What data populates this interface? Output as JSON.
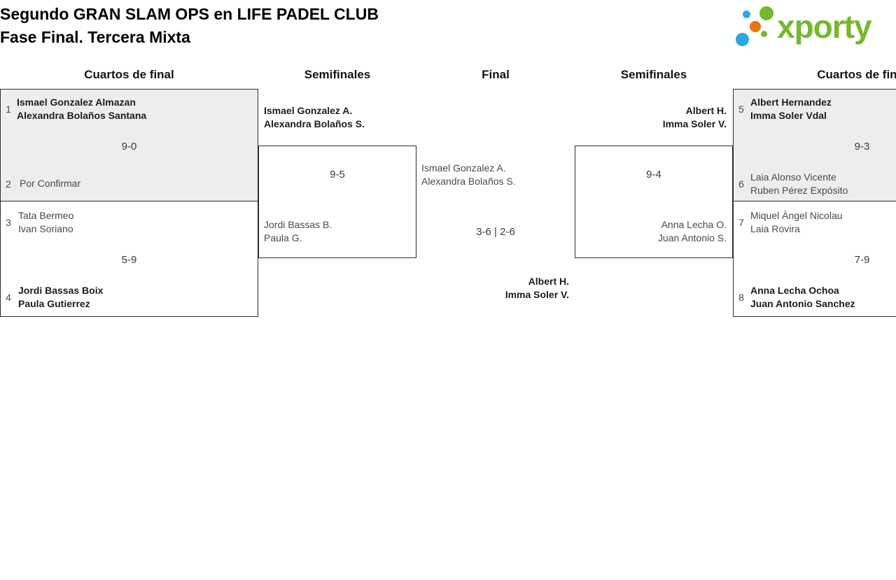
{
  "title": {
    "line1": "Segundo GRAN SLAM OPS en LIFE PADEL CLUB",
    "line2": "Fase Final. Tercera Mixta"
  },
  "logo": {
    "wordmark": "xporty",
    "colors": {
      "green": "#76b82d",
      "blue": "#29a9e0",
      "orange": "#e8760e"
    }
  },
  "rounds": {
    "qf_left": "Cuartos de final",
    "sf_left": "Semifinales",
    "final": "Final",
    "sf_right": "Semifinales",
    "qf_right": "Cuartos de final"
  },
  "quarterfinals": {
    "m1": {
      "seed_top": "1",
      "top_player1": "Ismael Gonzalez Almazan",
      "top_player2": "Alexandra Bolaños Santana",
      "score": "9-0",
      "seed_bottom": "2",
      "bottom_player1": "Por Confirmar"
    },
    "m2": {
      "seed_top": "3",
      "top_player1": "Tata Bermeo",
      "top_player2": "Ivan Soriano",
      "score": "5-9",
      "seed_bottom": "4",
      "bottom_player1": "Jordi Bassas Boix",
      "bottom_player2": "Paula Gutierrez"
    },
    "m3": {
      "seed_top": "5",
      "top_player1": "Albert Hernandez",
      "top_player2": "Imma Soler Vdal",
      "score": "9-3",
      "seed_bottom": "6",
      "bottom_player1": "Laia Alonso Vicente",
      "bottom_player2": "Ruben Pérez Expósito"
    },
    "m4": {
      "seed_top": "7",
      "top_player1": "Miquel Àngel Nicolau",
      "top_player2": "Laia Rovira",
      "score": "7-9",
      "seed_bottom": "8",
      "bottom_player1": "Anna Lecha Ochoa",
      "bottom_player2": "Juan Antonio Sanchez"
    }
  },
  "semifinals": {
    "left": {
      "winner1": "Ismael Gonzalez A.",
      "winner2": "Alexandra Bolaños S.",
      "score": "9-5",
      "loser1": "Jordi Bassas B.",
      "loser2": "Paula G."
    },
    "right": {
      "winner1": "Albert H.",
      "winner2": "Imma Soler V.",
      "score": "9-4",
      "loser1": "Anna Lecha O.",
      "loser2": "Juan Antonio S."
    }
  },
  "final": {
    "left_team1": "Ismael Gonzalez A.",
    "left_team2": "Alexandra Bolaños S.",
    "score": "3-6 | 2-6",
    "winner1": "Albert H.",
    "winner2": "Imma Soler V."
  }
}
